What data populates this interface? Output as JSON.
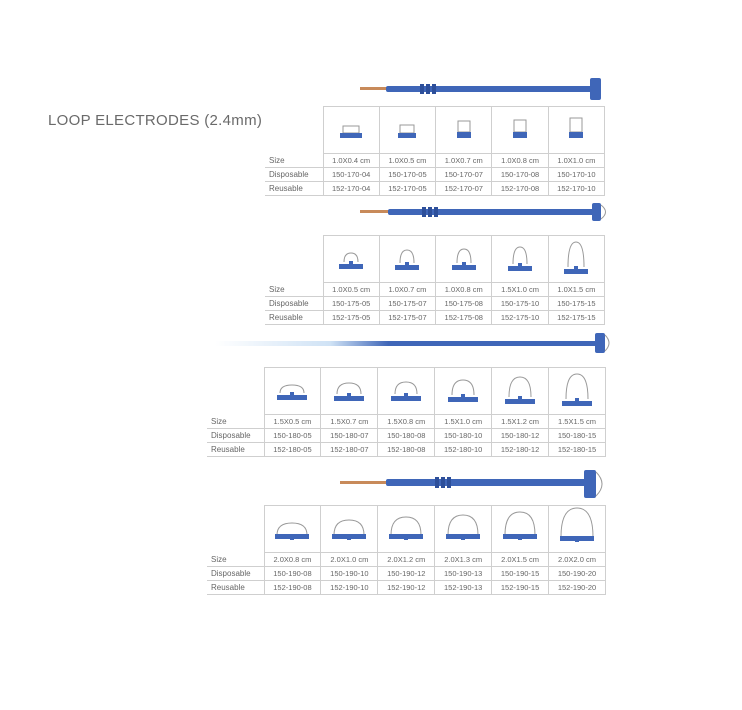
{
  "title": "LOOP ELECTRODES (2.4mm)",
  "colors": {
    "handle": "#3f66b8",
    "handle_dark": "#2d4f9a",
    "tip": "#c88a5a",
    "wire": "#999999"
  },
  "row_labels": {
    "size": "Size",
    "disposable": "Disposable",
    "reusable": "Reusable"
  },
  "tables": [
    {
      "items": [
        {
          "size": "1.0X0.4 cm",
          "disposable": "150-170-04",
          "reusable": "152-170-04"
        },
        {
          "size": "1.0X0.5 cm",
          "disposable": "150-170-05",
          "reusable": "152-170-05"
        },
        {
          "size": "1.0X0.7 cm",
          "disposable": "150-170-07",
          "reusable": "152-170-07"
        },
        {
          "size": "1.0X0.8 cm",
          "disposable": "150-170-08",
          "reusable": "152-170-08"
        },
        {
          "size": "1.0X1.0 cm",
          "disposable": "150-170-10",
          "reusable": "152-170-10"
        }
      ]
    },
    {
      "items": [
        {
          "size": "1.0X0.5 cm",
          "disposable": "150-175-05",
          "reusable": "152-175-05"
        },
        {
          "size": "1.0X0.7 cm",
          "disposable": "150-175-07",
          "reusable": "152-175-07"
        },
        {
          "size": "1.0X0.8 cm",
          "disposable": "150-175-08",
          "reusable": "152-175-08"
        },
        {
          "size": "1.5X1.0 cm",
          "disposable": "150-175-10",
          "reusable": "152-175-10"
        },
        {
          "size": "1.0X1.5 cm",
          "disposable": "150-175-15",
          "reusable": "152-175-15"
        }
      ]
    },
    {
      "items": [
        {
          "size": "1.5X0.5 cm",
          "disposable": "150-180-05",
          "reusable": "152-180-05"
        },
        {
          "size": "1.5X0.7 cm",
          "disposable": "150-180-07",
          "reusable": "152-180-07"
        },
        {
          "size": "1.5X0.8 cm",
          "disposable": "150-180-08",
          "reusable": "152-180-08"
        },
        {
          "size": "1.5X1.0 cm",
          "disposable": "150-180-10",
          "reusable": "152-180-10"
        },
        {
          "size": "1.5X1.2 cm",
          "disposable": "150-180-12",
          "reusable": "152-180-12"
        },
        {
          "size": "1.5X1.5 cm",
          "disposable": "150-180-15",
          "reusable": "152-180-15"
        }
      ]
    },
    {
      "items": [
        {
          "size": "2.0X0.8 cm",
          "disposable": "150-190-08",
          "reusable": "152-190-08"
        },
        {
          "size": "2.0X1.0 cm",
          "disposable": "150-190-10",
          "reusable": "152-190-10"
        },
        {
          "size": "2.0X1.2 cm",
          "disposable": "150-190-12",
          "reusable": "152-190-12"
        },
        {
          "size": "2.0X1.3 cm",
          "disposable": "150-190-13",
          "reusable": "152-190-13"
        },
        {
          "size": "2.0X1.5 cm",
          "disposable": "150-190-15",
          "reusable": "152-190-15"
        },
        {
          "size": "2.0X2.0 cm",
          "disposable": "150-190-20",
          "reusable": "152-190-20"
        }
      ]
    }
  ]
}
